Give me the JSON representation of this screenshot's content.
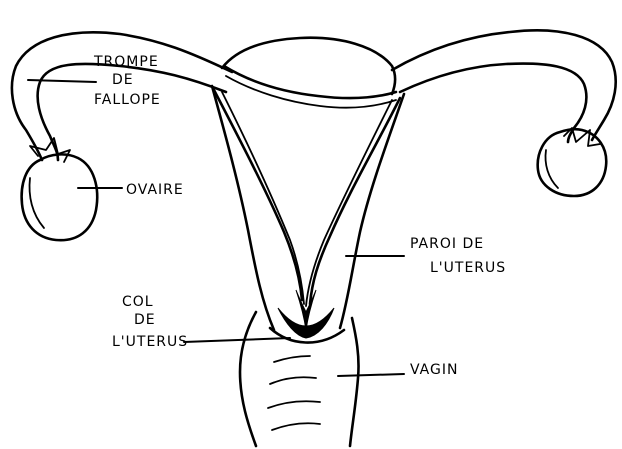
{
  "labels": {
    "trompe_line1": "TROMPE",
    "trompe_line2": "DE",
    "trompe_line3": "FALLOPE",
    "ovaire": "OVAIRE",
    "paroi_line1": "PAROI DE",
    "paroi_line2": "L'UTERUS",
    "col_line1": "COL",
    "col_line2": "DE",
    "col_line3": "L'UTERUS",
    "vagin": "VAGIN"
  }
}
